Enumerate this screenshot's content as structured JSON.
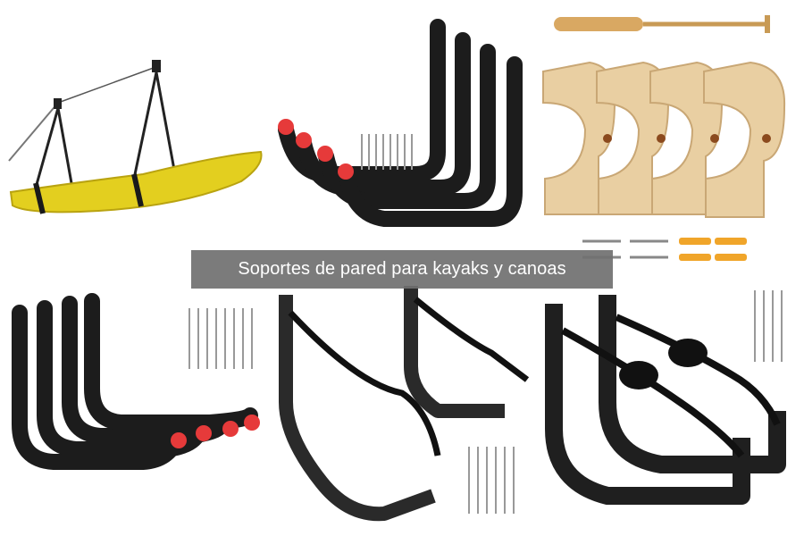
{
  "banner": {
    "text": "Soportes de pared para kayaks y canoas"
  },
  "colors": {
    "kayak": "#e3cf1f",
    "rack": "#1c1c1c",
    "rack_tip": "#e63a3a",
    "wood": "#e9cfa2",
    "banner_bg": "#707070",
    "banner_text": "#ffffff"
  },
  "panels": [
    {
      "id": "ceiling-hoist",
      "subject": "yellow kayak on ceiling hoist"
    },
    {
      "id": "j-hooks-red-tips-top",
      "subject": "four J hooks with red tips and screws"
    },
    {
      "id": "wooden-cradles",
      "subject": "wooden canoe cradles with paddle and hardware"
    },
    {
      "id": "j-hooks-red-tips-bottom",
      "subject": "four J hooks with red tips and screws"
    },
    {
      "id": "strap-racks-pair",
      "subject": "pair of strap racks with screws"
    },
    {
      "id": "strap-racks-heavy",
      "subject": "heavy strap racks with screws"
    }
  ]
}
